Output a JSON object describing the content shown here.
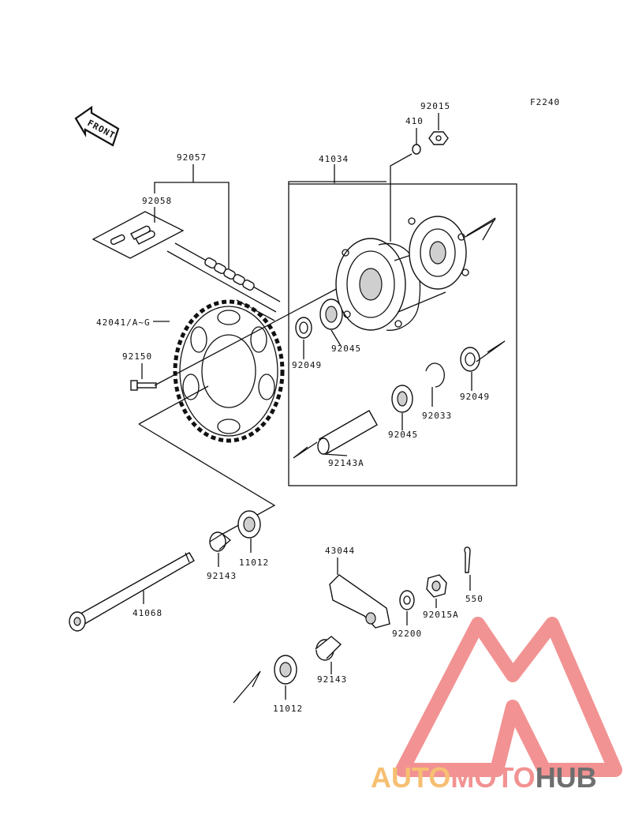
{
  "figure_code": "F2240",
  "front_label": "FRONT",
  "parts": {
    "p92015": "92015",
    "p410": "410",
    "p41034": "41034",
    "p92057": "92057",
    "p92058": "92058",
    "p42041": "42041/A~G",
    "p92150": "92150",
    "p92049a": "92049",
    "p92045a": "92045",
    "p92049b": "92049",
    "p92033": "92033",
    "p92045b": "92045",
    "p92143A": "92143A",
    "p11012a": "11012",
    "p92143a": "92143",
    "p41068": "41068",
    "p43044": "43044",
    "p550": "550",
    "p92015A": "92015A",
    "p92200": "92200",
    "p92143b": "92143",
    "p11012b": "11012"
  },
  "watermark": {
    "part1": "AUTO",
    "part2": "MOTO",
    "part3": "HUB",
    "color_orange": "#f5b55a",
    "color_red": "#f08080",
    "color_gray": "#555555"
  }
}
